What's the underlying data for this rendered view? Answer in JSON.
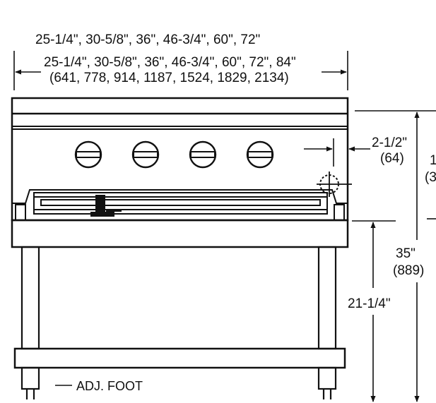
{
  "labels": {
    "width_top": "25-1/4\", 30-5/8\", 36\", 46-3/4\", 60\", 72\"",
    "width_inner": "25-1/4\", 30-5/8\", 36\", 46-3/4\", 60\", 72\", 84\"",
    "width_mm": "(641, 778, 914, 1187, 1524, 1829, 2134)",
    "offset_in": "2-1/2\"",
    "offset_mm": "(64)",
    "height_partial_in": "1",
    "height_partial_mm": "(3",
    "total_height_in": "35\"",
    "total_height_mm": "(889)",
    "leg_height_in": "21-1/4\"",
    "foot_label": "ADJ. FOOT"
  },
  "colors": {
    "line": "#111111",
    "background": "#ffffff"
  },
  "knob_count": 4
}
